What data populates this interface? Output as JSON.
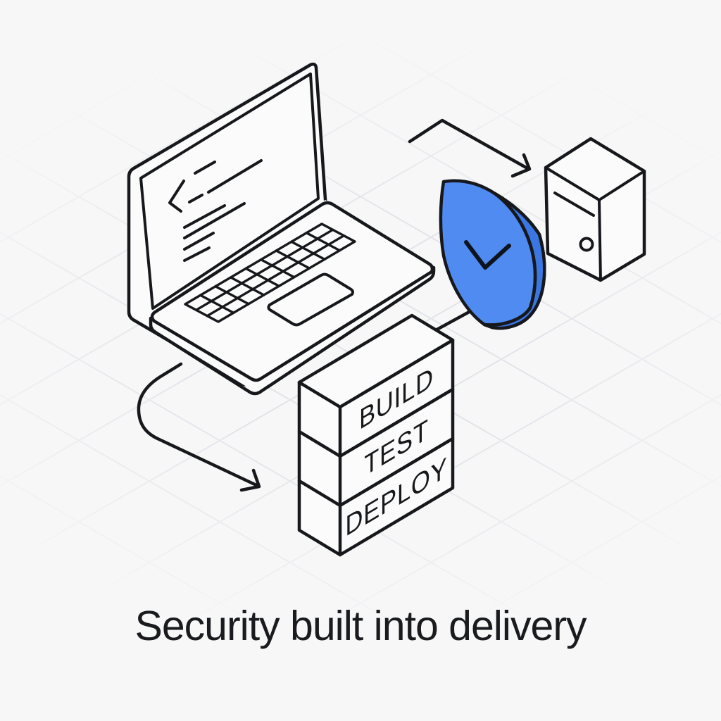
{
  "caption": "Security built into delivery",
  "pipeline": {
    "labels": [
      "BUILD",
      "TEST",
      "DEPLOY"
    ]
  },
  "icons": {
    "laptop": "laptop-icon",
    "code": "code-chevron-icon",
    "shield": "shield-check-icon",
    "server": "server-icon",
    "stack": "pipeline-stack-icon",
    "arrow_top": "flow-arrow-top-icon",
    "arrow_left": "flow-arrow-left-icon"
  },
  "colors": {
    "background": "#f7f7f8",
    "grid_line": "#e3e4e9",
    "outline": "#17181c",
    "shield_blue": "#4f8bf0",
    "shield_blue_dark": "#3b77e3",
    "text": "#1a1b1e"
  }
}
